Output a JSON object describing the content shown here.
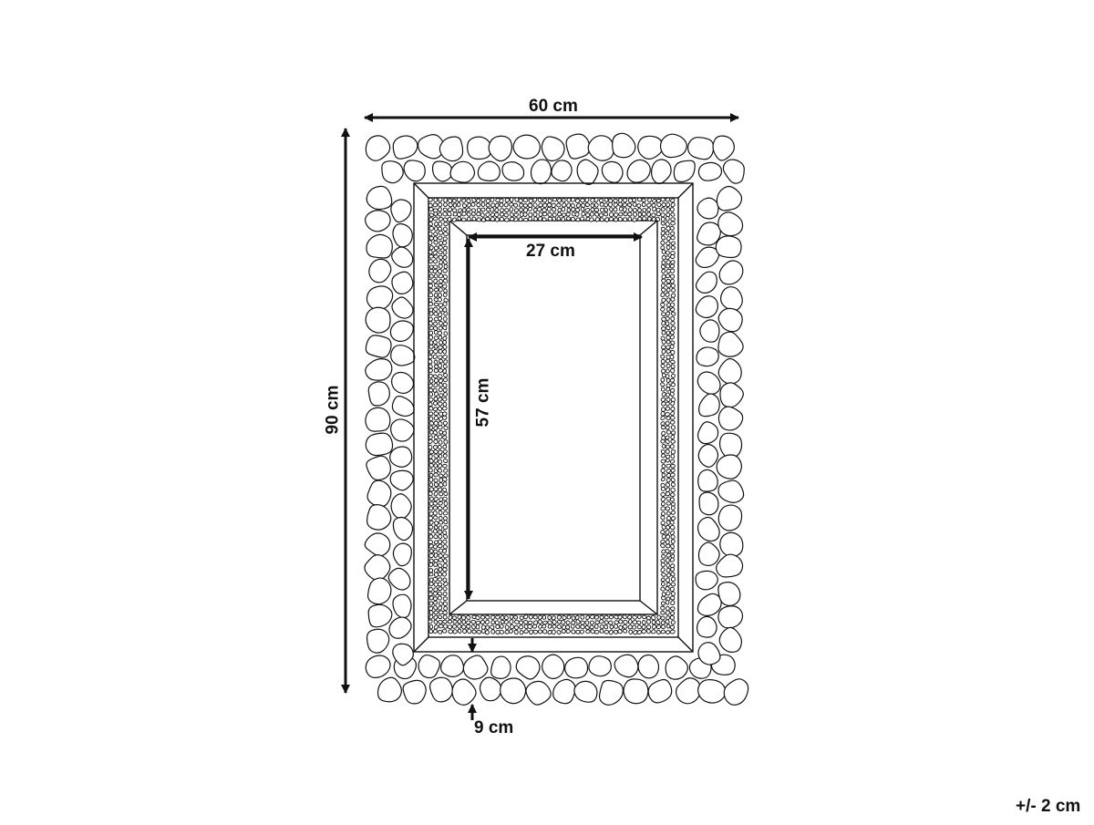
{
  "labels": {
    "width_outer": "60 cm",
    "height_outer": "90 cm",
    "width_inner": "27 cm",
    "height_inner": "57 cm",
    "frame_width": "9 cm",
    "tolerance": "+/- 2 cm"
  },
  "colors": {
    "line": "#111111",
    "fill": "#ffffff"
  }
}
